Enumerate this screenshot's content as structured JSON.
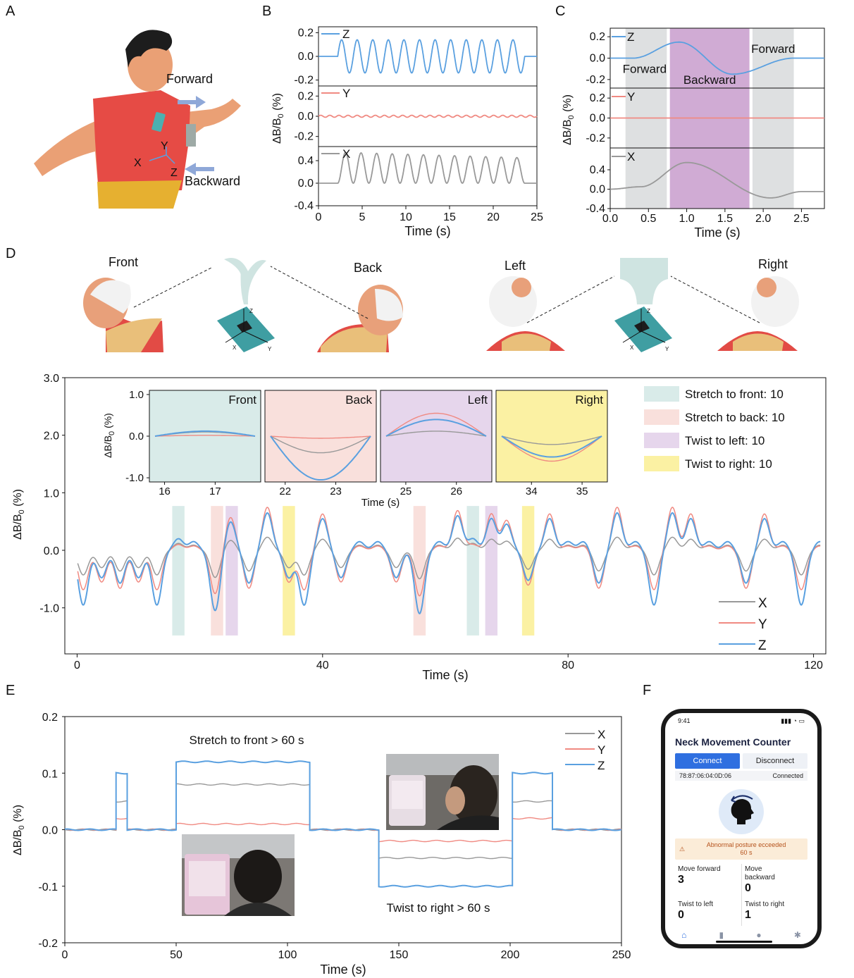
{
  "panel_letters": {
    "A": "A",
    "B": "B",
    "C": "C",
    "D": "D",
    "E": "E",
    "F": "F"
  },
  "panel_a": {
    "forward_label": "Forward",
    "backward_label": "Backward",
    "axis_x": "X",
    "axis_y": "Y",
    "axis_z": "Z"
  },
  "panel_d_illustration": {
    "front": "Front",
    "back": "Back",
    "left": "Left",
    "right": "Right",
    "axis_x": "X",
    "axis_y": "Y",
    "axis_z": "Z"
  },
  "colors": {
    "X": "#999999",
    "Y": "#f08a82",
    "Z": "#5aa0e0",
    "front_bg": "#d9ebe9",
    "back_bg": "#f9e0dc",
    "left_bg": "#e6d6ec",
    "right_bg": "#fbf1a3",
    "purple": "#c89ccc",
    "gray_band": "#d8dadc"
  },
  "app": {
    "status_time": "9:41",
    "title": "Neck Movement Counter",
    "connect_label": "Connect",
    "disconnect_label": "Disconnect",
    "address": "78:87:06:04:0D:06",
    "connection_status": "Connected",
    "warning_line1": "Abnormal posture ecceeded",
    "warning_line2": "60 s",
    "move_forward_label": "Move forward",
    "move_forward_value": "3",
    "move_backward_label1": "Move",
    "move_backward_label2": "backward",
    "move_backward_value": "0",
    "twist_left_label": "Twist to left",
    "twist_left_value": "0",
    "twist_right_label": "Twist to right",
    "twist_right_value": "1",
    "icons": [
      "home-icon",
      "chart-icon",
      "user-icon",
      "gear-icon"
    ]
  },
  "chart_data": [
    {
      "id": "B",
      "type": "line",
      "xlabel": "Time (s)",
      "ylabel": "ΔB/B0 (%)",
      "xlim": [
        0,
        25
      ],
      "xticks": [
        0,
        5,
        10,
        15,
        20,
        25
      ],
      "subplots": [
        {
          "name": "Z",
          "ylim": [
            -0.25,
            0.25
          ],
          "yticks": [
            0.2,
            0.0,
            -0.2
          ],
          "ytick_labels": [
            "0.2",
            "0.0",
            "-0.2"
          ],
          "baseline": 0.0,
          "amplitude": 0.14,
          "osc_start": 2.2,
          "osc_end": 23.6,
          "cycles": 12
        },
        {
          "name": "Y",
          "ylim": [
            -0.3,
            0.3
          ],
          "yticks": [
            0.2,
            0.0,
            -0.2
          ],
          "ytick_labels": [
            "0.2",
            "0.0",
            "-0.2"
          ],
          "baseline": 0.0,
          "amplitude": 0.01,
          "osc_start": 0,
          "osc_end": 25,
          "cycles": 24
        },
        {
          "name": "X",
          "ylim": [
            -0.4,
            0.65
          ],
          "yticks": [
            0.4,
            0.0,
            -0.4
          ],
          "ytick_labels": [
            "0.4",
            "0.0",
            "-0.4"
          ],
          "baseline": 0.0,
          "amplitude_max": 0.55,
          "amplitude_min": 0.45,
          "osc_start": 2.2,
          "osc_end": 23.6,
          "cycles": 12
        }
      ]
    },
    {
      "id": "C",
      "type": "line",
      "xlabel": "Time (s)",
      "ylabel": "ΔB/B0 (%)",
      "xlim": [
        0,
        2.8
      ],
      "xticks": [
        0.0,
        0.5,
        1.0,
        1.5,
        2.0,
        2.5
      ],
      "xtick_labels": [
        "0.0",
        "0.5",
        "1.0",
        "1.5",
        "2.0",
        "2.5"
      ],
      "bands": [
        {
          "x0": 0.2,
          "x1": 0.74,
          "color": "gray"
        },
        {
          "x0": 0.78,
          "x1": 1.82,
          "color": "purple"
        },
        {
          "x0": 1.86,
          "x1": 2.4,
          "color": "gray"
        }
      ],
      "annotations": [
        {
          "text": "Forward",
          "x": 0.45,
          "y": -0.1
        },
        {
          "text": "Backward",
          "x": 1.3,
          "y": -0.2
        },
        {
          "text": "Forward",
          "x": 2.13,
          "y": 0.09
        }
      ],
      "subplots": [
        {
          "name": "Z",
          "ylim": [
            -0.28,
            0.28
          ],
          "yticks": [
            0.2,
            0.0,
            -0.2
          ],
          "ytick_labels": [
            "0.2",
            "0.0",
            "-0.2"
          ],
          "points": [
            [
              0,
              0
            ],
            [
              0.3,
              0
            ],
            [
              0.9,
              0.15
            ],
            [
              1.6,
              -0.15
            ],
            [
              2.4,
              0
            ],
            [
              2.8,
              0
            ]
          ]
        },
        {
          "name": "Y",
          "ylim": [
            -0.3,
            0.3
          ],
          "yticks": [
            0.2,
            0.0,
            -0.2
          ],
          "ytick_labels": [
            "0.2",
            "0.0",
            "-0.2"
          ],
          "points": [
            [
              0,
              0
            ],
            [
              2.8,
              0
            ]
          ]
        },
        {
          "name": "X",
          "ylim": [
            -0.4,
            0.85
          ],
          "yticks": [
            0.4,
            0.0,
            -0.4
          ],
          "ytick_labels": [
            "0.4",
            "0.0",
            "-0.4"
          ],
          "points": [
            [
              0,
              0
            ],
            [
              0.4,
              0.05
            ],
            [
              1.0,
              0.55
            ],
            [
              2.1,
              -0.18
            ],
            [
              2.5,
              -0.05
            ],
            [
              2.8,
              -0.05
            ]
          ]
        }
      ]
    },
    {
      "id": "D",
      "type": "line",
      "xlabel": "Time (s)",
      "ylabel": "ΔB/B0 (%)",
      "xlim": [
        -2,
        122
      ],
      "ylim": [
        -1.8,
        3.0
      ],
      "xticks": [
        0,
        40,
        80,
        120
      ],
      "yticks": [
        3.0,
        2.0,
        1.0,
        0.0,
        -1.0
      ],
      "ytick_labels": [
        "3.0",
        "2.0",
        "1.0",
        "0.0",
        "-1.0"
      ],
      "series_names": [
        "X",
        "Y",
        "Z"
      ],
      "legend_items": [
        {
          "text": "Stretch to front: 10",
          "color": "front_bg"
        },
        {
          "text": "Stretch to back: 10",
          "color": "back_bg"
        },
        {
          "text": "Twist to left: 10",
          "color": "left_bg"
        },
        {
          "text": "Twist to right: 10",
          "color": "right_bg"
        }
      ],
      "bands": [
        {
          "x0": 15.5,
          "x1": 17.5,
          "color": "front_bg"
        },
        {
          "x0": 21.8,
          "x1": 23.8,
          "color": "back_bg"
        },
        {
          "x0": 24.2,
          "x1": 26.2,
          "color": "left_bg"
        },
        {
          "x0": 33.5,
          "x1": 35.5,
          "color": "right_bg"
        },
        {
          "x0": 54.8,
          "x1": 56.8,
          "color": "back_bg"
        },
        {
          "x0": 63.5,
          "x1": 65.5,
          "color": "front_bg"
        },
        {
          "x0": 66.5,
          "x1": 68.5,
          "color": "left_bg"
        },
        {
          "x0": 72.5,
          "x1": 74.5,
          "color": "right_bg"
        }
      ],
      "events": [
        [
          1,
          "B",
          -0.95
        ],
        [
          4,
          "R",
          -0.5
        ],
        [
          7,
          "R",
          -0.6
        ],
        [
          10,
          "R",
          -0.5
        ],
        [
          13,
          "B",
          -0.95
        ],
        [
          16.5,
          "F",
          0.2
        ],
        [
          19,
          "F",
          0.15
        ],
        [
          22.5,
          "B",
          -1.05
        ],
        [
          25,
          "L",
          0.5
        ],
        [
          28,
          "R",
          -0.6
        ],
        [
          31,
          "L",
          0.65
        ],
        [
          34.5,
          "R",
          -0.5
        ],
        [
          37,
          "B",
          -0.95
        ],
        [
          40,
          "L",
          0.55
        ],
        [
          43,
          "R",
          -0.5
        ],
        [
          46,
          "F",
          0.15
        ],
        [
          49,
          "F",
          0.15
        ],
        [
          52,
          "R",
          -0.5
        ],
        [
          55.8,
          "B",
          -1.1
        ],
        [
          59,
          "F",
          0.15
        ],
        [
          62,
          "L",
          0.6
        ],
        [
          64.5,
          "F",
          0.2
        ],
        [
          67.5,
          "L",
          0.55
        ],
        [
          70,
          "L",
          0.45
        ],
        [
          73.5,
          "R",
          -0.55
        ],
        [
          77,
          "L",
          0.55
        ],
        [
          80,
          "F",
          0.15
        ],
        [
          82.5,
          "F",
          0.15
        ],
        [
          85,
          "R",
          -0.6
        ],
        [
          88,
          "L",
          0.65
        ],
        [
          91,
          "F",
          0.15
        ],
        [
          94,
          "B",
          -0.95
        ],
        [
          97,
          "L",
          0.65
        ],
        [
          100,
          "L",
          0.55
        ],
        [
          103,
          "F",
          0.15
        ],
        [
          106,
          "F",
          0.15
        ],
        [
          109,
          "R",
          -0.6
        ],
        [
          112,
          "L",
          0.55
        ],
        [
          115,
          "F",
          0.15
        ],
        [
          118,
          "B",
          -0.95
        ],
        [
          121,
          "F",
          0.15
        ]
      ],
      "insets": [
        {
          "title": "Front",
          "xticks": [
            16,
            17
          ],
          "xlim": [
            15.7,
            17.9
          ],
          "bg": "front_bg",
          "curves": {
            "X": 0.1,
            "Y": 0.02,
            "Z": 0.12
          }
        },
        {
          "title": "Back",
          "xticks": [
            22,
            23
          ],
          "xlim": [
            21.6,
            23.8
          ],
          "bg": "back_bg",
          "curves": {
            "X": -0.4,
            "Y": -0.05,
            "Z": -1.05
          }
        },
        {
          "title": "Left",
          "xticks": [
            25,
            26
          ],
          "xlim": [
            24.5,
            26.7
          ],
          "bg": "left_bg",
          "curves": {
            "X": 0.12,
            "Y": 0.55,
            "Z": 0.4
          }
        },
        {
          "title": "Right",
          "xticks": [
            34,
            35
          ],
          "xlim": [
            33.3,
            35.5
          ],
          "bg": "right_bg",
          "curves": {
            "X": -0.2,
            "Y": -0.6,
            "Z": -0.5
          }
        }
      ],
      "inset_ylim": [
        -1.1,
        1.1
      ],
      "inset_yticks": [
        1.0,
        0.0,
        -1.0
      ],
      "inset_ytick_labels": [
        "1.0",
        "0.0",
        "-1.0"
      ],
      "inset_xlabel": "Time (s)",
      "inset_ylabel": "ΔB/B0 (%)"
    },
    {
      "id": "E",
      "type": "line",
      "xlabel": "Time (s)",
      "ylabel": "ΔB/B0 (%)",
      "xlim": [
        0,
        250
      ],
      "ylim": [
        -0.2,
        0.2
      ],
      "xticks": [
        0,
        50,
        100,
        150,
        200,
        250
      ],
      "yticks": [
        0.2,
        0.1,
        0.0,
        -0.1,
        -0.2
      ],
      "ytick_labels": [
        "0.2",
        "0.1",
        "0.0",
        "-0.1",
        "-0.2"
      ],
      "series_names": [
        "X",
        "Y",
        "Z"
      ],
      "annotations": [
        {
          "text": "Stretch to front > 60 s"
        },
        {
          "text": "Twist to right > 60 s"
        }
      ],
      "segments": [
        {
          "x0": 0,
          "x1": 23,
          "X": 0,
          "Y": 0,
          "Z": 0
        },
        {
          "x0": 23,
          "x1": 28,
          "X": 0.05,
          "Y": 0.02,
          "Z": 0.1
        },
        {
          "x0": 28,
          "x1": 50,
          "X": 0,
          "Y": 0,
          "Z": 0
        },
        {
          "x0": 50,
          "x1": 110,
          "X": 0.08,
          "Y": 0.01,
          "Z": 0.12
        },
        {
          "x0": 110,
          "x1": 141,
          "X": 0,
          "Y": 0,
          "Z": 0
        },
        {
          "x0": 141,
          "x1": 201,
          "X": -0.05,
          "Y": -0.02,
          "Z": -0.1
        },
        {
          "x0": 201,
          "x1": 219,
          "X": 0.05,
          "Y": 0.02,
          "Z": 0.1
        },
        {
          "x0": 219,
          "x1": 250,
          "X": 0,
          "Y": 0,
          "Z": 0
        }
      ]
    }
  ]
}
